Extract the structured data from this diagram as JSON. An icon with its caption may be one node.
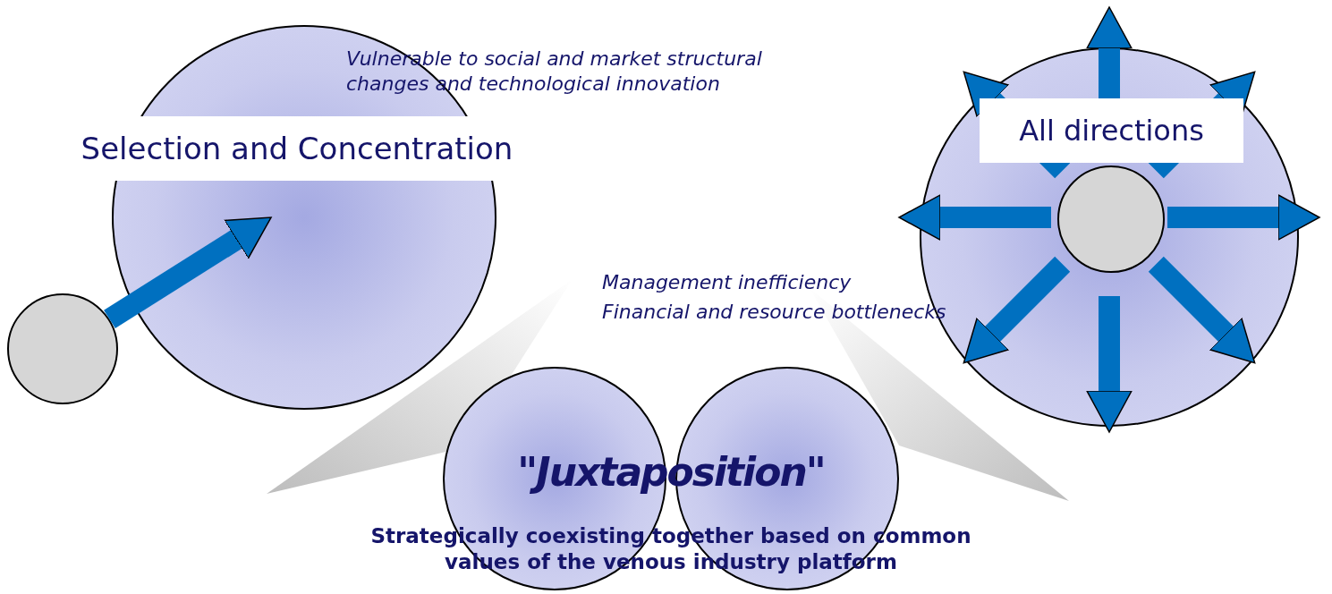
{
  "diagram": {
    "nodes": [
      {
        "text": [
          "Selection and Concentration"
        ]
      },
      {
        "text": [],
        "shape": "circle"
      },
      {
        "text": [
          "All directions"
        ]
      },
      {
        "text": [],
        "shape": "circle",
        "in": 2
      },
      {
        "text": [],
        "shape": "circle"
      },
      {
        "text": [],
        "shape": "circle"
      }
    ],
    "edges": [
      {
        "from": 1,
        "to": 0,
        "arrow": "to"
      },
      {
        "from": 3,
        "to": null,
        "arrow": "to"
      },
      {
        "from": 3,
        "to": null,
        "arrow": "to"
      },
      {
        "from": 3,
        "to": null,
        "arrow": "to"
      },
      {
        "from": 3,
        "to": null,
        "arrow": "to"
      },
      {
        "from": 3,
        "to": null,
        "arrow": "to"
      },
      {
        "from": 3,
        "to": null,
        "arrow": "to"
      },
      {
        "from": 3,
        "to": null,
        "arrow": "to"
      },
      {
        "from": 3,
        "to": null,
        "arrow": "to"
      }
    ],
    "labels": [
      "Vulnerable to social and market structural changes and technological innovation",
      "Management inefficiency",
      "Financial and resource bottlenecks",
      "\"Juxtaposition\"",
      "Strategically coexisting together based on common values of the venous industry platform"
    ]
  }
}
